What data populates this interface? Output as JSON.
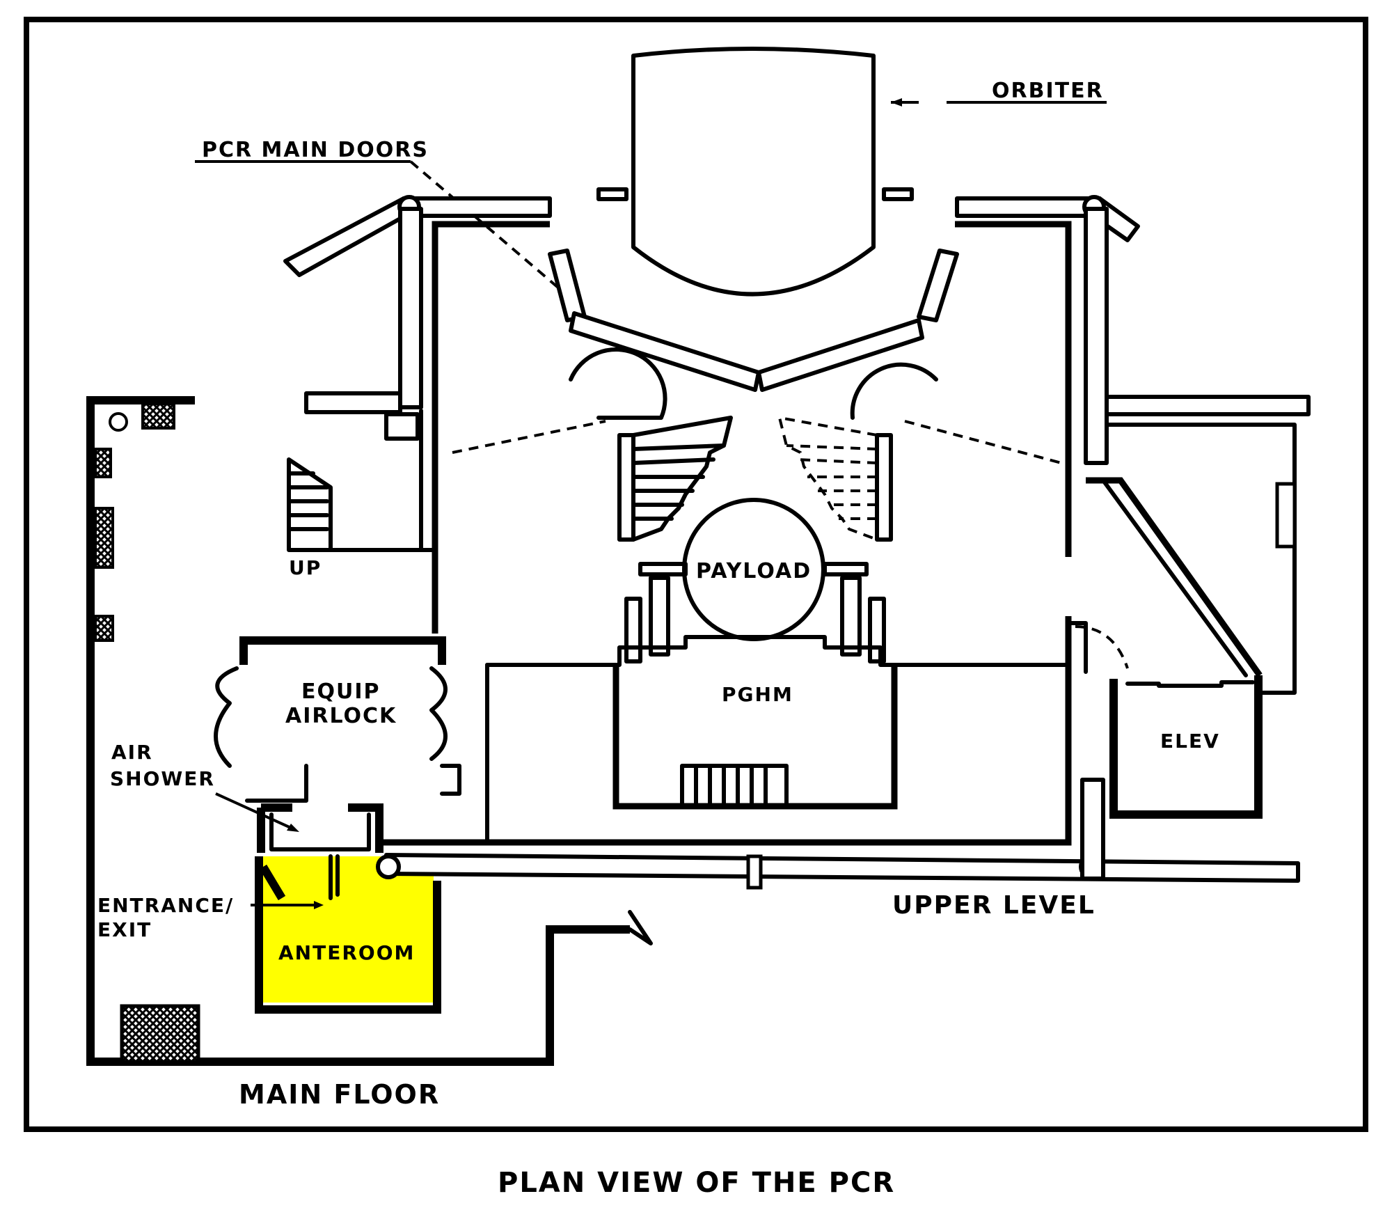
{
  "caption": "PLAN VIEW OF THE PCR",
  "labels": {
    "orbiter": "ORBITER",
    "pcr_main_doors": "PCR MAIN DOORS",
    "payload": "PAYLOAD",
    "equip_airlock_line1": "EQUIP",
    "equip_airlock_line2": "AIRLOCK",
    "pghm": "PGHM",
    "elev": "ELEV",
    "up": "UP",
    "air_shower_line1": "AIR",
    "air_shower_line2": "SHOWER",
    "entrance_exit_line1": "ENTRANCE/",
    "entrance_exit_line2": "EXIT",
    "anteroom": "ANTEROOM",
    "upper_level": "UPPER LEVEL",
    "main_floor": "MAIN FLOOR"
  },
  "colors": {
    "line": "#000000",
    "background": "#ffffff",
    "anteroom_highlight": "#ffff00"
  }
}
